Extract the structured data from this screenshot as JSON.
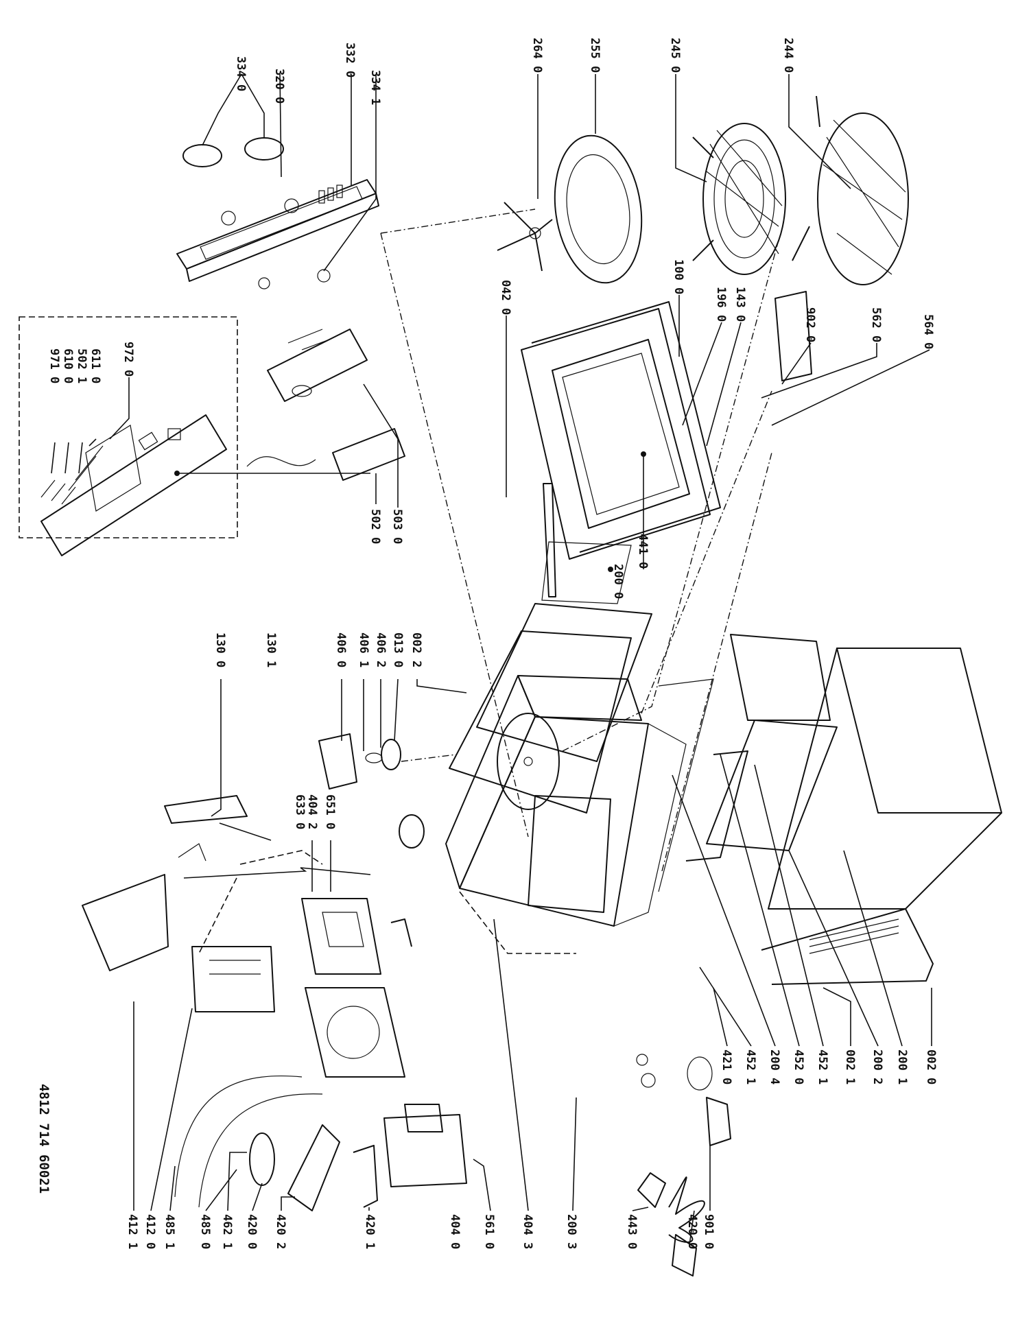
{
  "document_number": "4812 714 60021",
  "labels": {
    "l3340": "334 0",
    "l3200": "320 0",
    "l3320": "332 0",
    "l3341": "334 1",
    "l2640": "264 0",
    "l2550": "255 0",
    "l2450": "245 0",
    "l2440": "244 0",
    "l0420": "042 0",
    "l1000": "100 0",
    "l1960": "196 0",
    "l1430": "143 0",
    "l9020": "902 0",
    "l5620": "562 0",
    "l5640": "564 0",
    "l9720": "972 0",
    "l6110": "611 0",
    "l5021": "502 1",
    "l6100": "610 0",
    "l9710": "971 0",
    "l5030": "503 0",
    "l5020": "502 0",
    "l4410": "441 0",
    "l2000": "200 0",
    "l0022": "002 2",
    "l0130": "013 0",
    "l4062": "406 2",
    "l4061": "406 1",
    "l4060": "406 0",
    "l1300": "130 0",
    "l1301": "130 1",
    "l6510": "651 0",
    "l4042": "404 2",
    "l6330": "633 0",
    "l0020": "002 0",
    "l2001": "200 1",
    "l2002": "200 2",
    "l0021": "002 1",
    "l4521a": "452 1",
    "l4520": "452 0",
    "l2004": "200 4",
    "l4521b": "452 1",
    "l4210": "421 0",
    "l9010": "901 0",
    "l4200a": "420 0",
    "l4430": "443 0",
    "l2003": "200 3",
    "l4043": "404 3",
    "l5610": "561 0",
    "l4040": "404 0",
    "l4201": "420 1",
    "l4202": "420 2",
    "l4200b": "420 0",
    "l4621": "462 1",
    "l4850": "485 0",
    "l4851": "485 1",
    "l4120": "412 0",
    "l4121": "412 1"
  }
}
